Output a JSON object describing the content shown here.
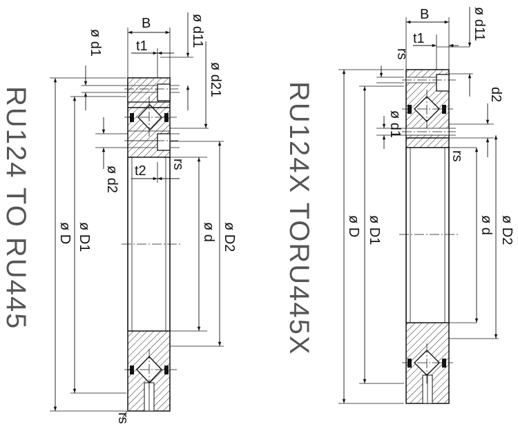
{
  "left_drawing": {
    "title": "RU124 TO RU445",
    "labels": {
      "B": "B",
      "t1": "t1",
      "t2": "t2",
      "d1": "ø d1",
      "d11": "ø d11",
      "d21": "ø d21",
      "d2": "ø d2",
      "rs_mid": "rs",
      "rs_bottom": "rs",
      "D1": "ø D1",
      "D": "ø D",
      "d": "ø d",
      "D2": "ø D2"
    }
  },
  "right_drawing": {
    "title": "RU124X TORU445X",
    "labels": {
      "B": "B",
      "t1": "t1",
      "rs_top": "rs",
      "d11": "ø d11",
      "d2": "d2",
      "d1": "ø d1",
      "rs_mid": "rs",
      "D": "ø D",
      "D1": "ø D1",
      "d": "ø d",
      "D2": "ø D2"
    }
  }
}
